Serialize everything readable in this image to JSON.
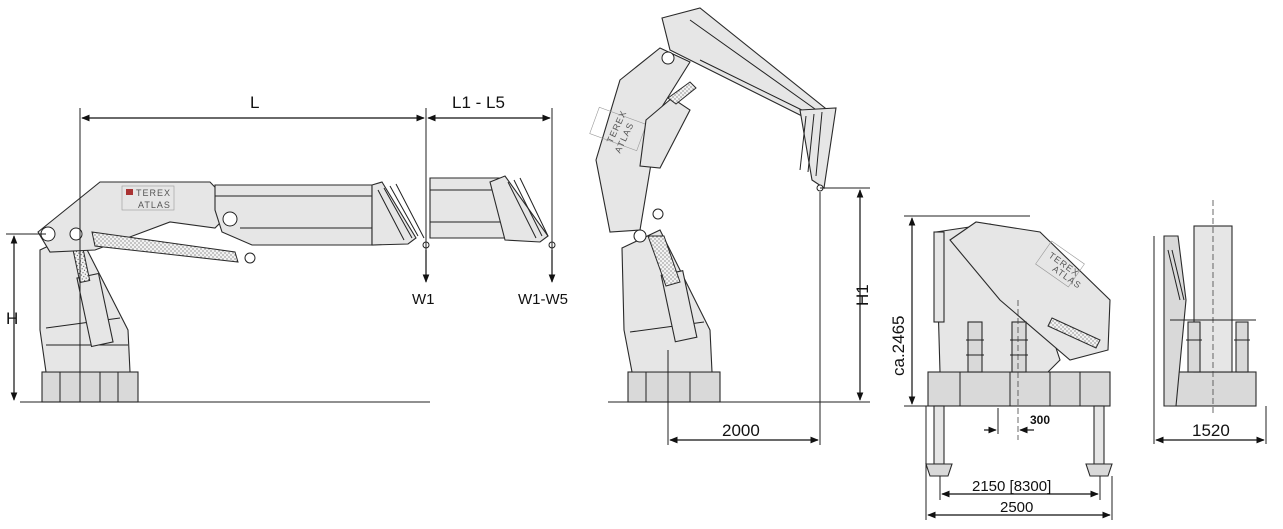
{
  "brand": {
    "name": "TEREX",
    "sub": "ATLAS"
  },
  "labels": {
    "L": "L",
    "L1_L5": "L1 - L5",
    "W1": "W1",
    "W1_W5": "W1-W5",
    "H": "H",
    "H1": "H1",
    "dim_2000": "2000",
    "ca_2465": "ca.2465",
    "dim_300": "300",
    "dim_2150": "2150 [8300]",
    "dim_2500": "2500",
    "dim_1520": "1520"
  }
}
